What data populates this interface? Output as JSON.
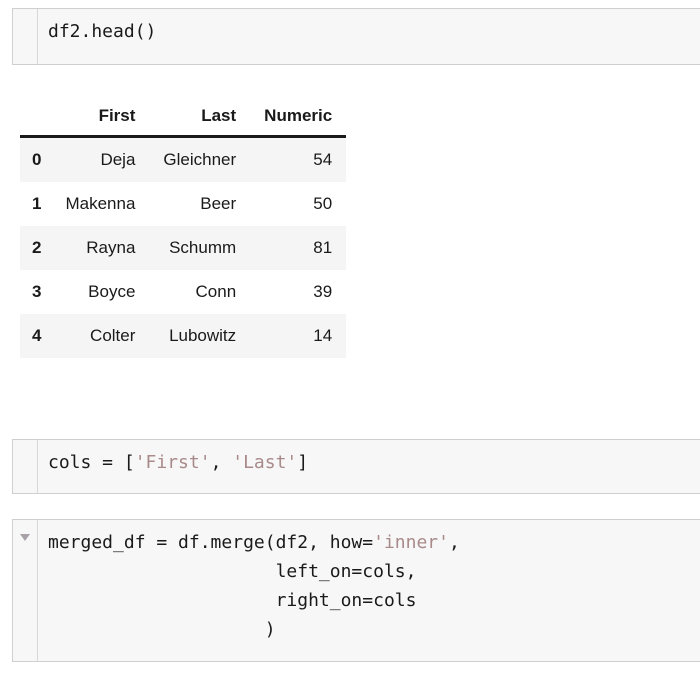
{
  "notebook": {
    "cells": [
      {
        "name": "cell-df2-head",
        "code": "df2.head()",
        "has_collapse_triangle": false
      },
      {
        "name": "cell-cols",
        "has_collapse_triangle": false,
        "tokens": [
          {
            "text": "cols = [",
            "type": "plain"
          },
          {
            "text": "'First'",
            "type": "string"
          },
          {
            "text": ", ",
            "type": "plain"
          },
          {
            "text": "'Last'",
            "type": "string"
          },
          {
            "text": "]",
            "type": "plain"
          }
        ]
      },
      {
        "name": "cell-merge",
        "has_collapse_triangle": true,
        "lines": [
          [
            {
              "text": "merged_df = df.merge(df2, how=",
              "type": "plain"
            },
            {
              "text": "'inner'",
              "type": "string"
            },
            {
              "text": ",",
              "type": "plain"
            }
          ],
          [
            {
              "text": "                     left_on=cols,",
              "type": "plain"
            }
          ],
          [
            {
              "text": "                     right_on=cols",
              "type": "plain"
            }
          ],
          [
            {
              "text": "                    )",
              "type": "plain"
            }
          ]
        ]
      }
    ]
  },
  "dataframe": {
    "index_header": "",
    "columns": [
      "First",
      "Last",
      "Numeric"
    ],
    "index": [
      "0",
      "1",
      "2",
      "3",
      "4"
    ],
    "rows": [
      [
        "Deja",
        "Gleichner",
        "54"
      ],
      [
        "Makenna",
        "Beer",
        "50"
      ],
      [
        "Rayna",
        "Schumm",
        "81"
      ],
      [
        "Boyce",
        "Conn",
        "39"
      ],
      [
        "Colter",
        "Lubowitz",
        "14"
      ]
    ]
  },
  "colors": {
    "cell_background": "#f7f7f7",
    "cell_border": "#cfcfcf",
    "string_token": "#a98a8a",
    "table_stripe": "#f5f5f5",
    "text": "#1a1a1a"
  }
}
